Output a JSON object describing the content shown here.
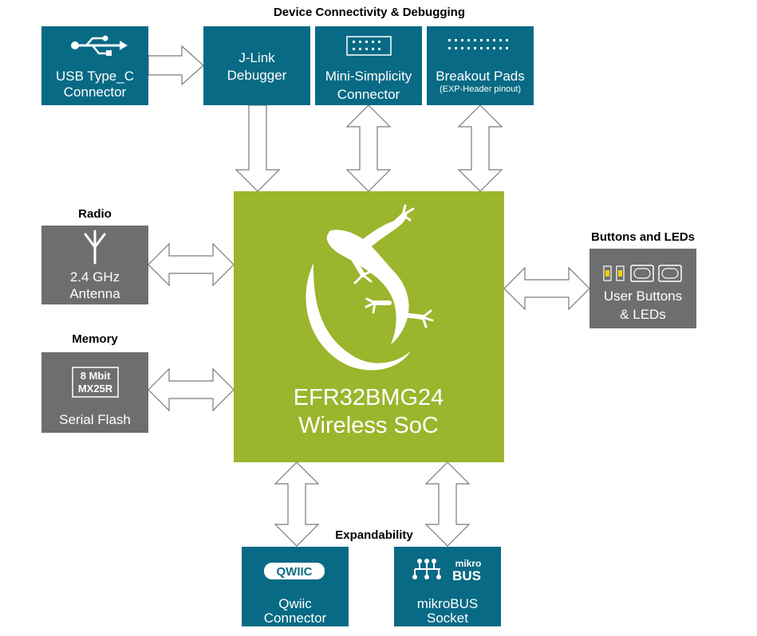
{
  "headings": {
    "connectivity": "Device Connectivity & Debugging",
    "radio": "Radio",
    "memory": "Memory",
    "buttons": "Buttons and LEDs",
    "expandability": "Expandability"
  },
  "blocks": {
    "usb": {
      "line1": "USB Type_C",
      "line2": "Connector",
      "icon": "usb-icon"
    },
    "jlink": {
      "line1": "J-Link",
      "line2": "Debugger"
    },
    "mini_simplicity": {
      "line1": "Mini-Simplicity",
      "line2": "Connector",
      "icon": "header-pins-icon"
    },
    "breakout": {
      "line1": "Breakout Pads",
      "line2": "(EXP-Header pinout)",
      "icon": "header-pins-icon"
    },
    "antenna": {
      "line1": "2.4 GHz",
      "line2": "Antenna",
      "icon": "antenna-icon"
    },
    "flash": {
      "chip_line1": "8 Mbit",
      "chip_line2": "MX25R",
      "label": "Serial Flash"
    },
    "soc": {
      "line1": "EFR32BMG24",
      "line2": "Wireless SoC",
      "icon": "gecko-icon"
    },
    "buttons_leds": {
      "line1": "User Buttons",
      "line2": "& LEDs",
      "icon": "buttons-leds-icon"
    },
    "qwiic": {
      "logo": "QWIIC",
      "line1": "Qwiic",
      "line2": "Connector"
    },
    "mikrobus": {
      "logo_top": "mikro",
      "logo_bottom": "BUS",
      "line1": "mikroBUS",
      "line2": "Socket"
    }
  },
  "colors": {
    "teal": "#086a85",
    "gray": "#6e6e6e",
    "soc_green": "#9bb52c",
    "arrow_stroke": "#7a7a7a"
  }
}
